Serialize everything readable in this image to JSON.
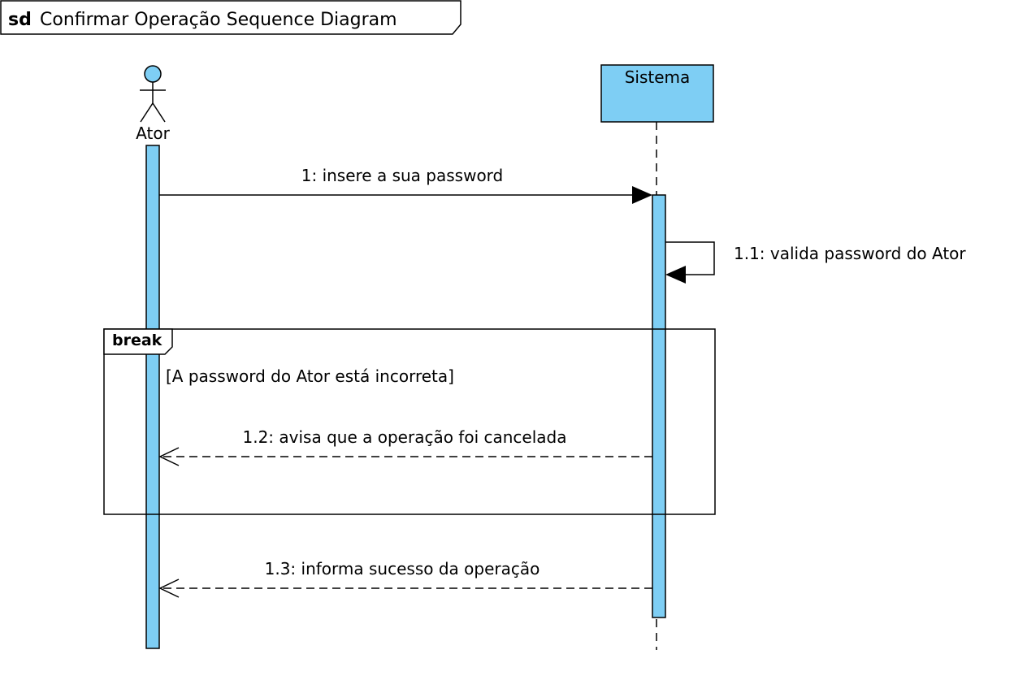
{
  "frame": {
    "keyword": "sd",
    "title": "Confirmar Operação Sequence Diagram"
  },
  "lifelines": {
    "actor": {
      "name": "Ator"
    },
    "system": {
      "name": "Sistema"
    }
  },
  "messages": [
    {
      "label": "1: insere a sua password"
    },
    {
      "label": "1.1: valida password do Ator"
    },
    {
      "label": "1.2: avisa que a operação foi cancelada"
    },
    {
      "label": "1.3: informa sucesso da operação"
    }
  ],
  "fragment": {
    "operator": "break",
    "guard": "[A password do Ator está incorreta]"
  },
  "colors": {
    "fill": "#7ecef4",
    "line": "#000000",
    "background": "#ffffff"
  },
  "icons": {
    "actor": "stick-figure-icon"
  }
}
